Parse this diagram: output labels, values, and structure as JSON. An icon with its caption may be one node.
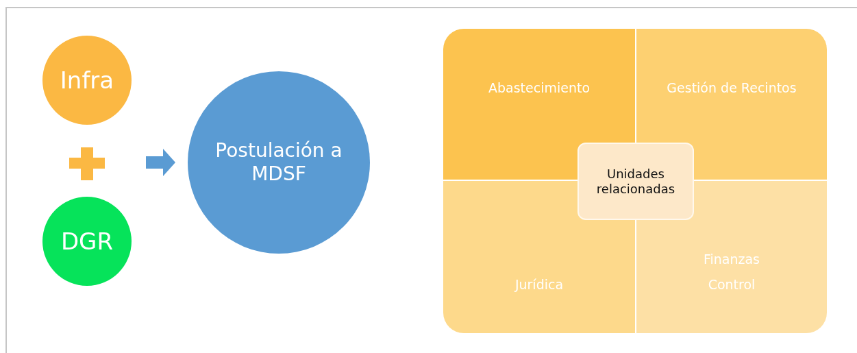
{
  "diagram": {
    "nodes": [
      {
        "text": [
          "Infra"
        ]
      },
      {
        "text": [
          "DGR"
        ]
      },
      {
        "text": [
          "Postulación a MDSF"
        ]
      },
      {
        "text": [
          "Abastecimiento"
        ]
      },
      {
        "text": [
          "Gestión de Recintos"
        ]
      },
      {
        "text": [
          "Jurídica"
        ]
      },
      {
        "text": [
          "Finanzas",
          "Control"
        ]
      },
      {
        "text": [
          "Unidades relacionadas"
        ]
      }
    ],
    "edges": [
      {
        "from": null,
        "to": 2,
        "arrow": "to"
      }
    ]
  }
}
